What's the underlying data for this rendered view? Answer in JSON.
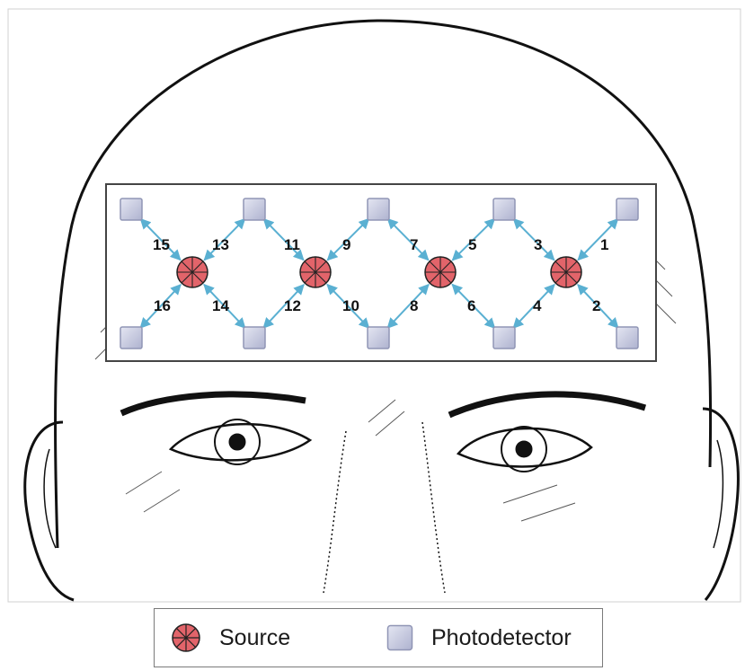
{
  "legend": {
    "source_label": "Source",
    "detector_label": "Photodetector"
  },
  "colors": {
    "source_fill": "#e2646a",
    "detector_fill": "#c8cbe0",
    "channel_arrow": "#5ab0d2",
    "frame_border": "#444444"
  },
  "icons": {
    "source": "source-icon",
    "detector": "photodetector-icon"
  },
  "channels": [
    "1",
    "2",
    "3",
    "4",
    "5",
    "6",
    "7",
    "8",
    "9",
    "10",
    "11",
    "12",
    "13",
    "14",
    "15",
    "16"
  ]
}
